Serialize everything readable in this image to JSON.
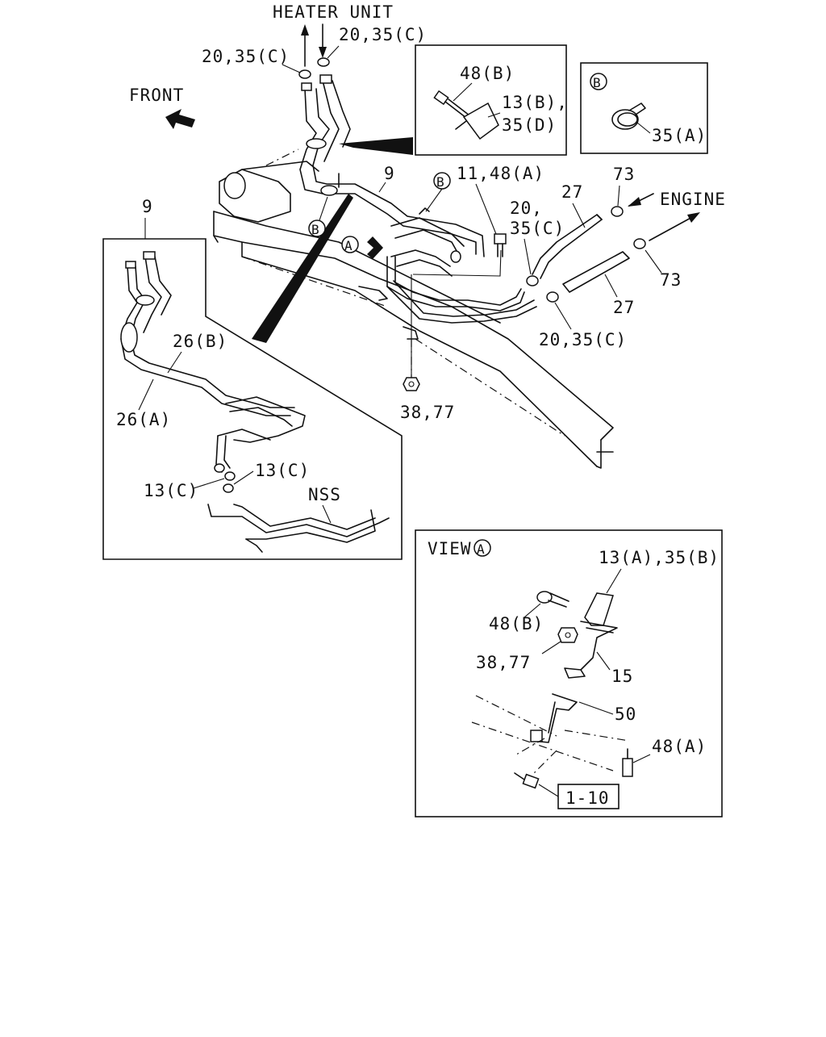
{
  "labels": {
    "heater_unit": "HEATER UNIT",
    "front": "FRONT",
    "engine": "ENGINE",
    "top_left_clamp": "20,35(C)",
    "top_right_clamp": "20,35(C)",
    "inset1_bolt": "48(B)",
    "inset1_clip_a": "13(B),",
    "inset1_clip_b": "35(D)",
    "inset2_marker": "B",
    "inset2_clamp": "35(A)",
    "main_pipe": "9",
    "marker_b_top": "B",
    "marker_b_left": "B",
    "marker_a": "A",
    "bolt_upper": "11,48(A)",
    "hose_upper": "27",
    "clamp_upper_73": "73",
    "clamp_mid_a": "20,",
    "clamp_mid_b": "35(C)",
    "clamp_lower_73": "73",
    "hose_lower": "27",
    "clamp_lower": "20,35(C)",
    "nut": "38,77",
    "detail_pipe": "9",
    "pipe_26b": "26(B)",
    "pipe_26a": "26(A)",
    "clip_13c_right": "13(C)",
    "clip_13c_left": "13(C)",
    "nss": "NSS",
    "view_title": "VIEW",
    "view_marker": "A",
    "view_clip": "13(A),35(B)",
    "view_bolt_b": "48(B)",
    "view_nut": "38,77",
    "view_bracket_15": "15",
    "view_bracket_50": "50",
    "view_bolt_a": "48(A)",
    "view_ref": "1-10"
  }
}
